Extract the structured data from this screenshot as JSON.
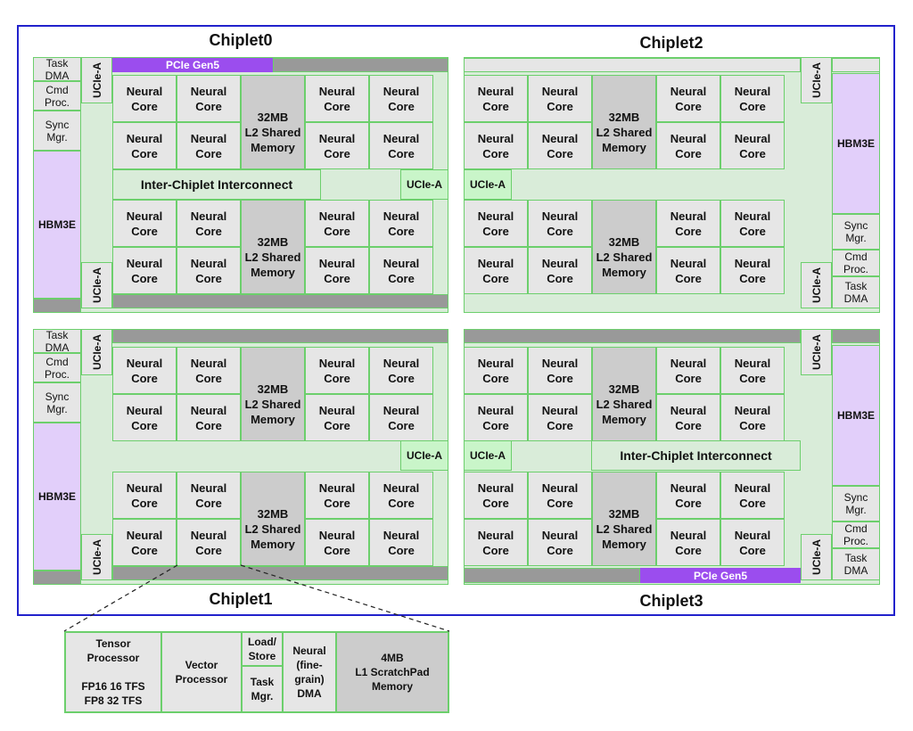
{
  "titles": {
    "c0": "Chiplet0",
    "c1": "Chiplet1",
    "c2": "Chiplet2",
    "c3": "Chiplet3"
  },
  "labels": {
    "neural_core": "Neural\nCore",
    "l2": "32MB\nL2 Shared\nMemory",
    "task_dma": "Task\nDMA",
    "cmd_proc": "Cmd\nProc.",
    "sync_mgr": "Sync\nMgr.",
    "hbm": "HBM3E",
    "ucie": "UCIe-A",
    "pcie": "PCIe Gen5",
    "interconnect": "Inter-Chiplet Interconnect"
  },
  "detail": {
    "tensor": "Tensor\nProcessor\n\nFP16 16 TFS\nFP8 32 TFS",
    "vector": "Vector\nProcessor",
    "loadstore": "Load/\nStore",
    "taskmgr": "Task\nMgr.",
    "dma": "Neural\n(fine-\ngrain)\nDMA",
    "scratchpad": "4MB\nL1 ScratchPad\nMemory"
  },
  "colors": {
    "border": "#2222cc",
    "green": "#6ccf6c",
    "purple": "#9b4dee",
    "hbm": "#e2cffa"
  }
}
